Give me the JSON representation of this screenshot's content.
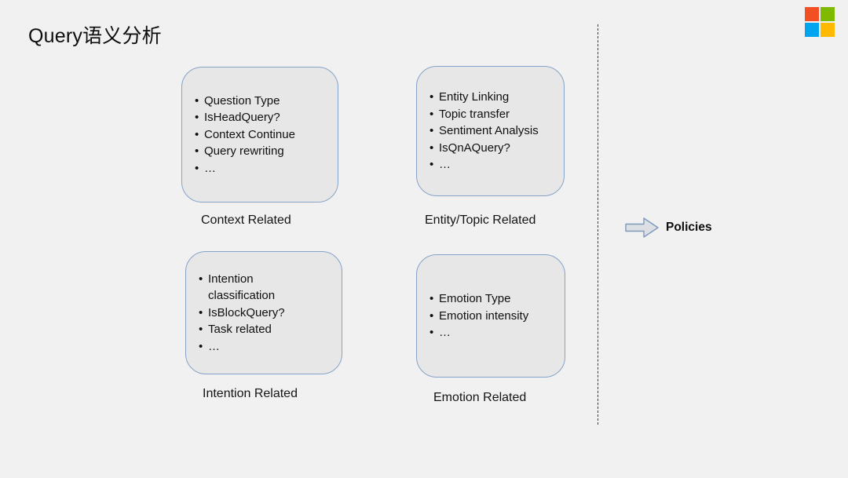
{
  "slide": {
    "title": "Query语义分析"
  },
  "boxes": [
    {
      "label": "Context Related",
      "items": [
        "Question Type",
        "IsHeadQuery?",
        "Context Continue",
        "Query rewriting",
        "…"
      ]
    },
    {
      "label": "Entity/Topic Related",
      "items": [
        "Entity Linking",
        "Topic transfer",
        "Sentiment Analysis",
        "IsQnAQuery?",
        "…"
      ]
    },
    {
      "label": "Intention Related",
      "items": [
        "Intention classification",
        "IsBlockQuery?",
        "Task related",
        "…"
      ]
    },
    {
      "label": "Emotion Related",
      "items": [
        "Emotion Type",
        "Emotion intensity",
        "…"
      ]
    }
  ],
  "output": {
    "label": "Policies",
    "arrow_icon": "right-block-arrow"
  },
  "logo": {
    "name": "microsoft-logo",
    "colors": {
      "red": "#F25022",
      "green": "#7FBA00",
      "blue": "#00A4EF",
      "yellow": "#FFB900"
    }
  },
  "colors": {
    "background": "#f1f1f2",
    "box_fill": "#e7e7e8",
    "box_border": "#84a3c7",
    "divider": "#3c3c3c",
    "arrow_fill": "#dcdfe3",
    "arrow_border": "#7e99bb",
    "text": "#0f0f0f"
  }
}
